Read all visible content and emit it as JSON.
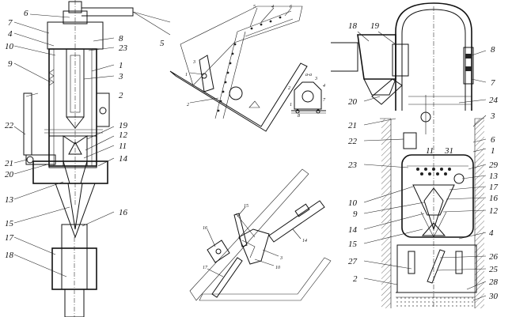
{
  "figures": {
    "left": {
      "labels": [
        "6",
        "7",
        "4",
        "10",
        "9",
        "3",
        "22",
        "21",
        "20",
        "13",
        "15",
        "17",
        "18",
        "8",
        "23",
        "1",
        "2",
        "19",
        "12",
        "11",
        "14",
        "16",
        "5"
      ]
    },
    "top_middle": {
      "labels": [
        "5",
        "4",
        "6",
        "3",
        "1",
        "2",
        "2",
        "1",
        "3",
        "4",
        "8",
        "7"
      ],
      "section": "а-а"
    },
    "bottom_middle": {
      "labels": [
        "15",
        "16",
        "17",
        "14",
        "3",
        "10"
      ]
    },
    "right": {
      "labels": [
        "18",
        "19",
        "8",
        "7",
        "24",
        "3",
        "6",
        "1",
        "20",
        "21",
        "22",
        "23",
        "10",
        "9",
        "14",
        "15",
        "4",
        "27",
        "2",
        "11",
        "31",
        "29",
        "13",
        "17",
        "16",
        "12",
        "26",
        "25",
        "28",
        "30"
      ]
    }
  }
}
